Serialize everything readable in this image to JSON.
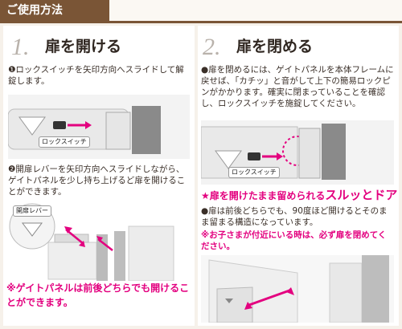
{
  "header": {
    "title": "ご使用方法"
  },
  "step1": {
    "number": "1.",
    "title": "扉を開ける",
    "bullet1": "❶ロックスイッチを矢印方向へスライドして解錠します。",
    "lock_label": "ロックスイッチ",
    "bullet2": "❷開扉レバーを矢印方向へスライドしながら、ゲイトパネルを少し持ち上げるど扉を開けることができます。",
    "lever_label": "開扉レバー",
    "note": "※ゲイトパネルは前後どちらでも開けることができます。"
  },
  "step2": {
    "number": "2.",
    "title": "扉を閉める",
    "bullet": "●扉を閉めるには、ゲイトパネルを本体フレームに戻せば、「カチッ」と音がして上下の簡易ロックピンがかかります。確実に閉まっていることを確認し、ロックスイッチを施錠してください。",
    "lock_label": "ロックスイッチ"
  },
  "feature": {
    "title_prefix": "★扉を開けたまま留められる",
    "title_emph": "スルッとドア",
    "bullet": "●扉は前後どちらでも、90度ほど開けるとそのまま留まる構造になっています。",
    "warning": "※お子さまが付近にいる時は、必ず扉を閉めてください。"
  },
  "colors": {
    "header": "#7a5536",
    "accent": "#e3007f",
    "background": "#f6f1ea"
  }
}
